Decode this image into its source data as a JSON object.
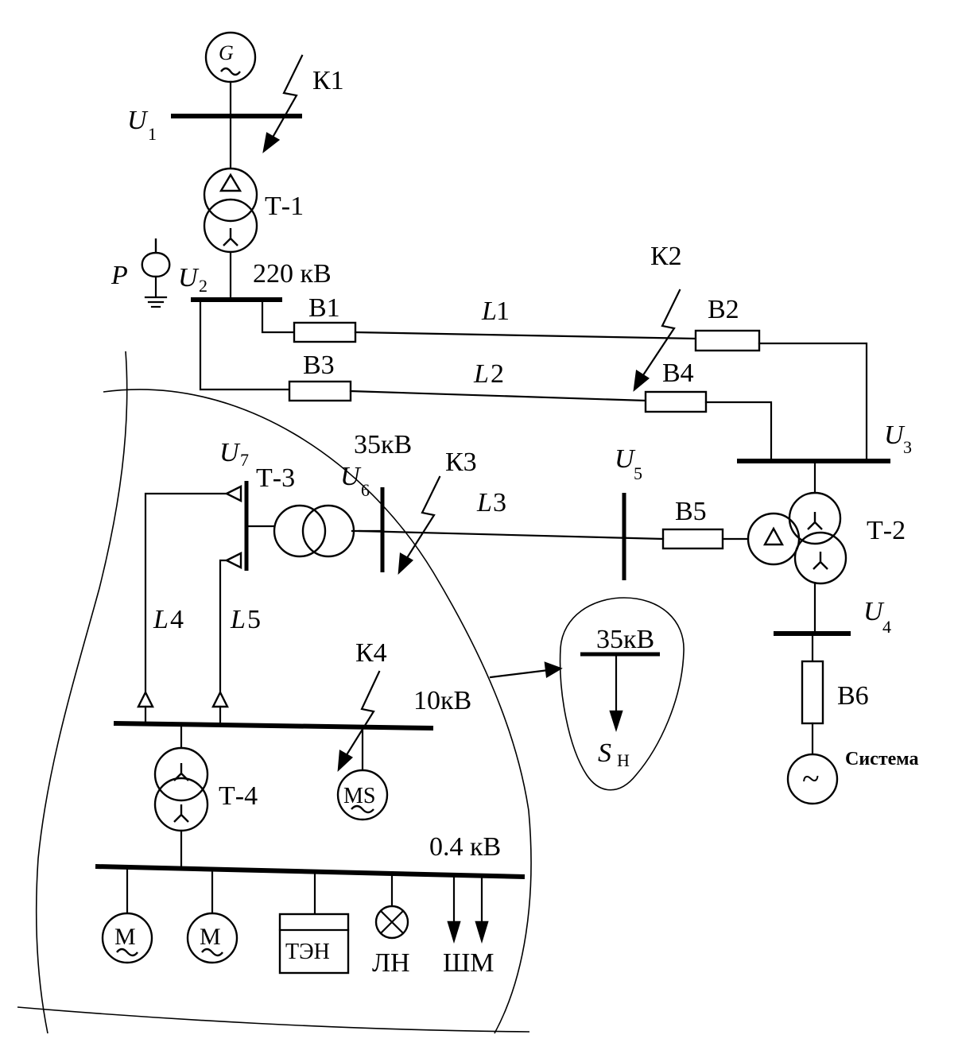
{
  "generator": {
    "symbol": "G",
    "voltage_label": "U",
    "voltage_sub": "1"
  },
  "faults": {
    "k1": "К1",
    "k2": "К2",
    "k3": "К3",
    "k4": "К4"
  },
  "transformers": {
    "t1": "Т-1",
    "t2": "Т-2",
    "t3": "Т-3",
    "t4": "Т-4"
  },
  "reactor": {
    "label": "P"
  },
  "buses": {
    "u2_label": "U",
    "u2_sub": "2",
    "u2_voltage": "220 кВ",
    "u3_label": "U",
    "u3_sub": "3",
    "u4_label": "U",
    "u4_sub": "4",
    "u5_label": "U",
    "u5_sub": "5",
    "u6_label": "U",
    "u6_sub": "6",
    "u6_voltage": "35кВ",
    "u7_label": "U",
    "u7_sub": "7",
    "bus_10kv": "10кВ",
    "bus_04kv": "0.4 кВ"
  },
  "breakers": {
    "b1": "В1",
    "b2": "В2",
    "b3": "В3",
    "b4": "В4",
    "b5": "В5",
    "b6": "В6"
  },
  "lines": {
    "l1_letter": "L",
    "l1_num": "1",
    "l2_letter": "L",
    "l2_num": "2",
    "l3_letter": "L",
    "l3_num": "3",
    "l4_letter": "L",
    "l4_num": "4",
    "l5_letter": "L",
    "l5_num": "5"
  },
  "load_bubble": {
    "voltage": "35кВ",
    "load_letter": "S",
    "load_sub": "Н"
  },
  "system": {
    "label": "Система",
    "symbol": "~"
  },
  "motors": {
    "ms_label": "MS",
    "m_label": "M",
    "tilde": "~"
  },
  "loads": {
    "heater": "ТЭН",
    "lamp": "ЛН",
    "bus_load": "ШМ"
  }
}
